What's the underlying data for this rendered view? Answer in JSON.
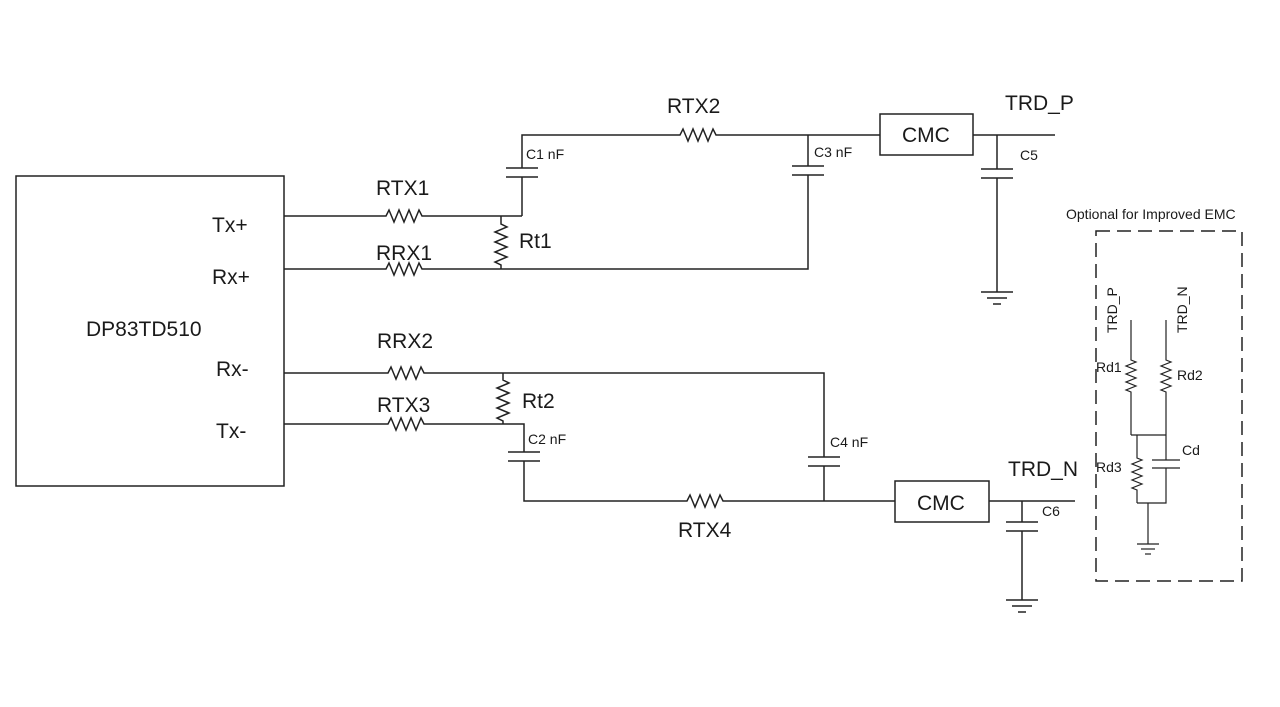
{
  "chip": {
    "name": "DP83TD510",
    "pins": {
      "tx_p": "Tx+",
      "rx_p": "Rx+",
      "rx_n": "Rx-",
      "tx_n": "Tx-"
    }
  },
  "resistors": {
    "rtx1": "RTX1",
    "rrx1": "RRX1",
    "rrx2": "RRX2",
    "rtx3": "RTX3",
    "rtx2": "RTX2",
    "rtx4": "RTX4",
    "rt1": "Rt1",
    "rt2": "Rt2"
  },
  "capacitors": {
    "c1": "C1 nF",
    "c2": "C2 nF",
    "c3": "C3 nF",
    "c4": "C4 nF",
    "c5": "C5",
    "c6": "C6"
  },
  "cmc": {
    "top": "CMC",
    "bottom": "CMC"
  },
  "nets": {
    "trd_p": "TRD_P",
    "trd_n": "TRD_N"
  },
  "optional": {
    "title": "Optional for Improved EMC",
    "trd_p": "TRD_P",
    "trd_n": "TRD_N",
    "rd1": "Rd1",
    "rd2": "Rd2",
    "rd3": "Rd3",
    "cd": "Cd"
  }
}
